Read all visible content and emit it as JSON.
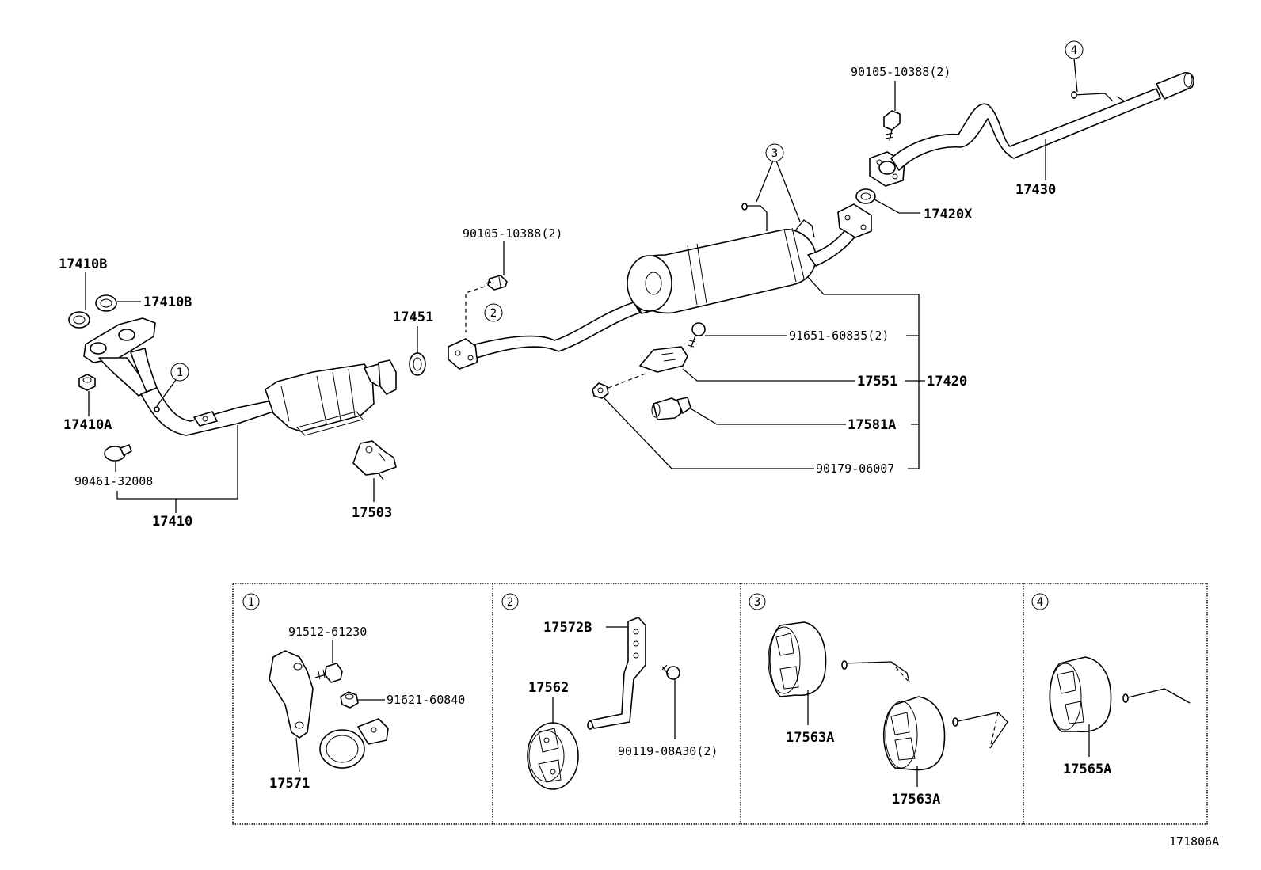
{
  "labels": {
    "p17410B_a": "17410B",
    "p17410B_b": "17410B",
    "p17410A": "17410A",
    "p90461": "90461-32008",
    "p17410": "17410",
    "p17503": "17503",
    "p17451": "17451",
    "p90105_a": "90105-10388(2)",
    "p90105_b": "90105-10388(2)",
    "p91651": "91651-60835(2)",
    "p17551": "17551",
    "p17420": "17420",
    "p17581A": "17581A",
    "p90179": "90179-06007",
    "p17420X": "17420X",
    "p17430": "17430",
    "p91512": "91512-61230",
    "p91621": "91621-60840",
    "p17571": "17571",
    "p17572B": "17572B",
    "p17562": "17562",
    "p90119": "90119-08A30(2)",
    "p17563A_a": "17563A",
    "p17563A_b": "17563A",
    "p17565A": "17565A",
    "diagram_id": "171806A"
  },
  "callouts": {
    "c1": "1",
    "c2": "2",
    "c3": "3",
    "c4": "4"
  }
}
